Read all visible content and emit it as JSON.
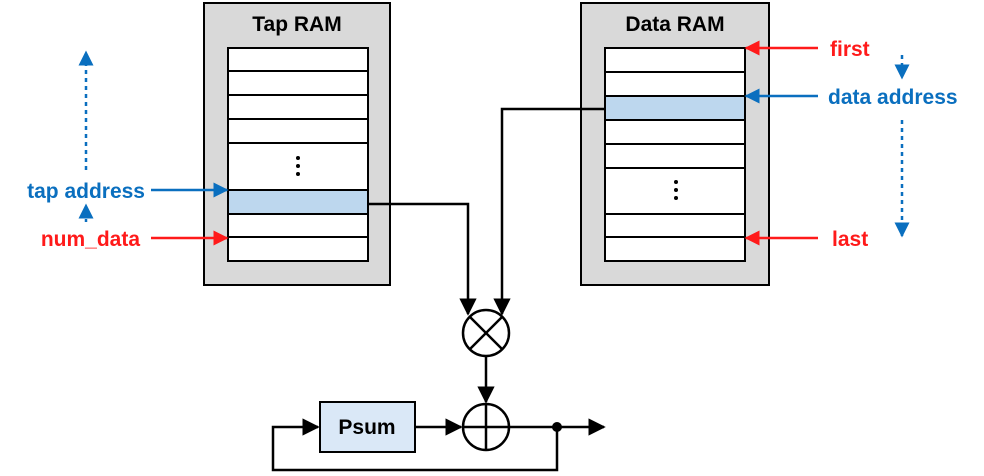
{
  "tap_ram": {
    "title": "Tap RAM"
  },
  "data_ram": {
    "title": "Data RAM"
  },
  "labels": {
    "tap_address": "tap address",
    "num_data": "num_data",
    "first": "first",
    "data_address": "data address",
    "last": "last",
    "psum": "Psum"
  },
  "colors": {
    "box_fill": "#d9d9d9",
    "highlight_cell": "#bdd7ee",
    "red_arrow": "#ff1a1a",
    "blue_arrow": "#0a6fbf",
    "psum_fill": "#dae8f7"
  },
  "icons": [
    "multiplier-symbol",
    "adder-symbol",
    "vertical-ellipsis"
  ]
}
